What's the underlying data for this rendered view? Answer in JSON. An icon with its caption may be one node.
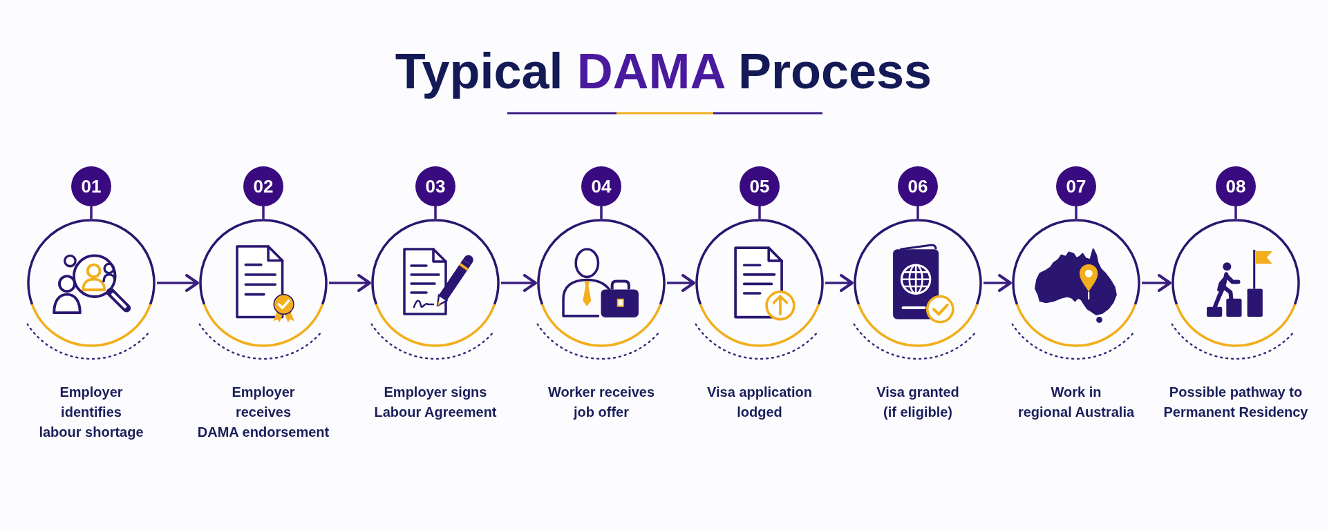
{
  "diagram": {
    "title": "Typical DAMA Process",
    "nodes": [
      {
        "text": [
          "01"
        ]
      },
      {
        "text": [],
        "shape": "circle",
        "beside": [
          "Employer identifies labour shortage"
        ]
      },
      {
        "text": [
          "02"
        ]
      },
      {
        "text": [],
        "shape": "circle",
        "beside": [
          "Employer receives DAMA endorsement"
        ]
      },
      {
        "text": [
          "03"
        ]
      },
      {
        "text": [],
        "shape": "circle",
        "beside": [
          "Employer signs Labour Agreement"
        ]
      },
      {
        "text": [
          "04"
        ]
      },
      {
        "text": [],
        "shape": "circle",
        "beside": [
          "Worker receives job offer"
        ]
      },
      {
        "text": [
          "05"
        ]
      },
      {
        "text": [],
        "shape": "circle",
        "beside": [
          "Visa application lodged"
        ]
      },
      {
        "text": [
          "06"
        ]
      },
      {
        "text": [],
        "shape": "circle",
        "beside": [
          "Visa granted (if eligible)"
        ]
      },
      {
        "text": [
          "07"
        ]
      },
      {
        "text": [],
        "shape": "circle",
        "beside": [
          "Work in regional Australia"
        ]
      },
      {
        "text": [
          "08"
        ]
      },
      {
        "text": [],
        "shape": "circle",
        "beside": [
          "Possible pathway to Permanent Residency"
        ]
      }
    ],
    "edges": [
      {
        "from": 0,
        "to": 1,
        "arrow": "none"
      },
      {
        "from": 1,
        "to": 3,
        "arrow": "to"
      },
      {
        "from": 2,
        "to": 3,
        "arrow": "none"
      },
      {
        "from": 3,
        "to": 5,
        "arrow": "to"
      },
      {
        "from": 4,
        "to": 5,
        "arrow": "none"
      },
      {
        "from": 5,
        "to": 7,
        "arrow": "to"
      },
      {
        "from": 6,
        "to": 7,
        "arrow": "none"
      },
      {
        "from": 7,
        "to": 9,
        "arrow": "to"
      },
      {
        "from": 8,
        "to": 9,
        "arrow": "none"
      },
      {
        "from": 9,
        "to": 11,
        "arrow": "to"
      },
      {
        "from": 10,
        "to": 11,
        "arrow": "none"
      },
      {
        "from": 11,
        "to": 13,
        "arrow": "to"
      },
      {
        "from": 12,
        "to": 13,
        "arrow": "none"
      },
      {
        "from": 13,
        "to": 15,
        "arrow": "to"
      },
      {
        "from": 14,
        "to": 15,
        "arrow": "none"
      }
    ]
  }
}
